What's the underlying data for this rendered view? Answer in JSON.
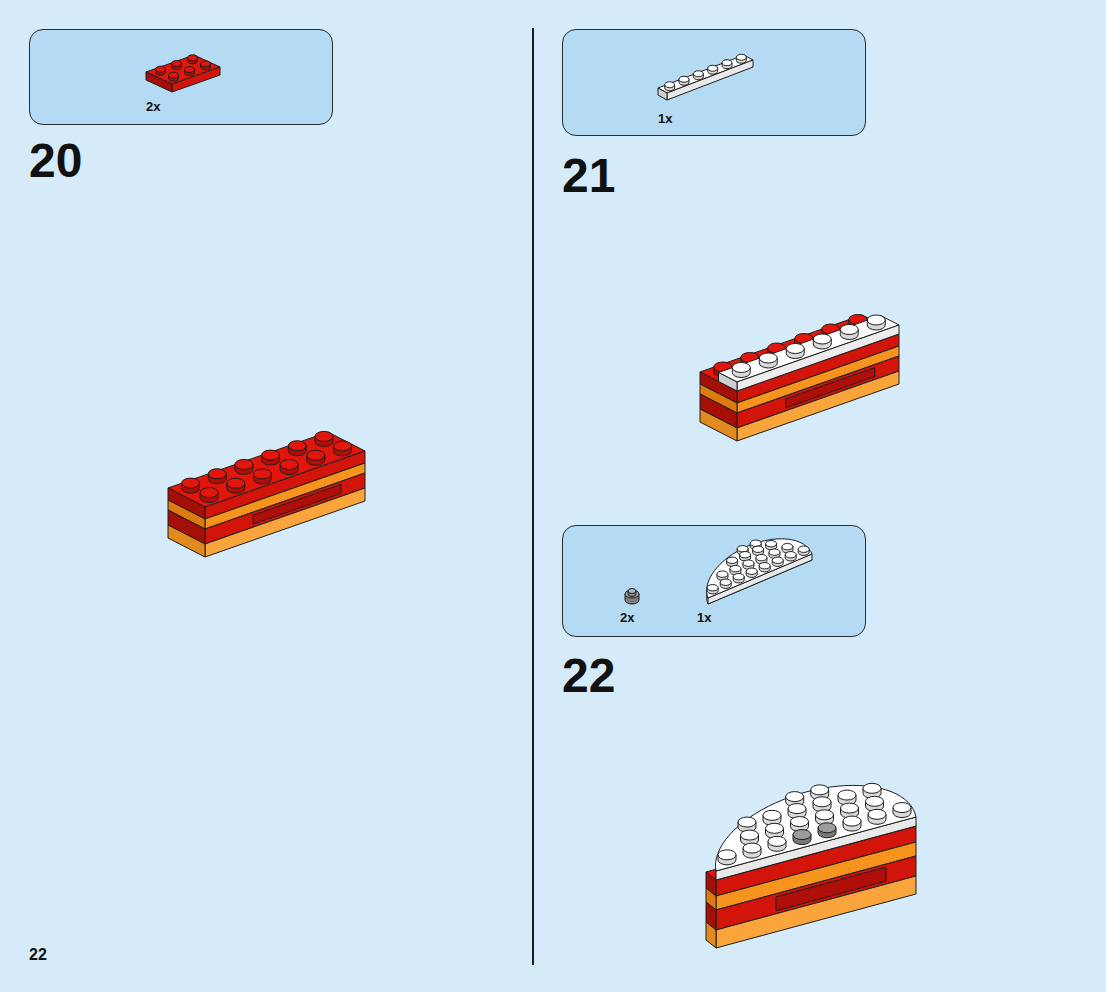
{
  "diagram": {
    "nodes": [
      {
        "text": [
          "2x"
        ]
      },
      {
        "text": [
          "1x"
        ]
      },
      {
        "text": [
          "2x",
          "1x"
        ]
      }
    ],
    "labels": [
      "20",
      "21",
      "22",
      "22"
    ]
  }
}
